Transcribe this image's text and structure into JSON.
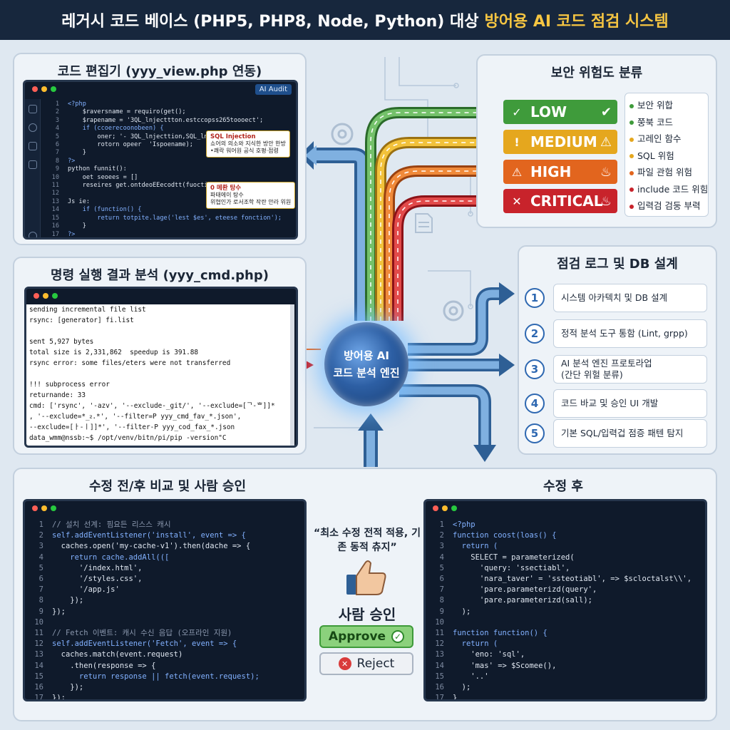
{
  "title": {
    "main": "레거시 코드 베이스 (PHP5, PHP8, Node, Python) 대상",
    "highlight": "방어용 AI 코드 점검 시스템"
  },
  "editor_panel": {
    "title": "코드 편집기 (yyy_view.php 연동)",
    "ai_button": "AI Audit",
    "lines": [
      {
        "n": "1",
        "t": "<?php"
      },
      {
        "n": "2",
        "t": "    $raversname = requiro(get();"
      },
      {
        "n": "3",
        "t": "    $rapename = '3QL_lnjecttton.estccopss265toooect';"
      },
      {
        "n": "4",
        "t": "    if (ccoerecoonobeen) {"
      },
      {
        "n": "5",
        "t": "        oner; '- 3QL_lnjecttion,SQL_lnjection');"
      },
      {
        "n": "6",
        "t": "        rotorn opeer  'Ispoename);"
      },
      {
        "n": "7",
        "t": "    }"
      },
      {
        "n": "8",
        "t": "?>"
      },
      {
        "n": "9",
        "t": "python funnit():"
      },
      {
        "n": "10",
        "t": "    oet seoees = []"
      },
      {
        "n": "11",
        "t": "    reseires get.ontdeoEEecodtt(fuoction();"
      },
      {
        "n": "12",
        "t": ""
      },
      {
        "n": "13",
        "t": "Js ie:"
      },
      {
        "n": "14",
        "t": "    if (function() {"
      },
      {
        "n": "15",
        "t": "        return totpite.lage('lest $es', eteese fonction');"
      },
      {
        "n": "16",
        "t": "    }"
      },
      {
        "n": "17",
        "t": "?>"
      }
    ],
    "popup1": {
      "title": "SQL Injection",
      "l1": "쇼어의 의소와 지식한 방안 한방",
      "l2": "•쾌락 워어원 공식 호평·점령"
    },
    "popup2": {
      "title": "0 메롼 탕수",
      "l1": "파태에이 탕수",
      "l2": "위협인가 로서조학 작란 안라 위원"
    }
  },
  "cmd_panel": {
    "title": "명령 실행 결과 분석 (yyy_cmd.php)",
    "lines": [
      "sending incremental file list",
      "rsync: [generator] fi.list",
      "",
      "sent 5,927 bytes",
      "total size is 2,331,862  speedup is 391.88",
      "rsync error: some files/eters were not transferred",
      "",
      "!!! subprocess error",
      "returnande: 33",
      "cmd: ['rsync', '-azv', '--exclude-_git/', '--exclude=[ᄀ-ᄒ]]*",
      ", '--exclude=*_ᴤ.*', '--filter=P yyy_cmd_fav_*.json',",
      "--exclude=[ㅏ-ㅣ]]*', '--filter-P yyy_cod_fax_*.json",
      "data_wmm@nssb:~$ /opt/venv/bitn/pi/pip -version\"C"
    ]
  },
  "engine": {
    "line1": "방어용 AI",
    "line2": "코드 분석 엔진"
  },
  "risk_panel": {
    "title": "보안 위험도 분류",
    "levels": [
      {
        "label": "LOW",
        "color": "#3f9b3b",
        "icon": "shield-check-icon"
      },
      {
        "label": "MEDIUM",
        "color": "#e5a71e",
        "icon": "warning-icon"
      },
      {
        "label": "HIGH",
        "color": "#e2651e",
        "icon": "flame-icon"
      },
      {
        "label": "CRITICAL",
        "color": "#c8232b",
        "icon": "flame-icon"
      }
    ],
    "items": [
      {
        "label": "보안 위합",
        "color": "#3f9b3b"
      },
      {
        "label": "쭝북 코드",
        "color": "#3f9b3b"
      },
      {
        "label": "고레인 함수",
        "color": "#e5a71e"
      },
      {
        "label": "SQL 위험",
        "color": "#e5a71e"
      },
      {
        "label": "파일 관험 위험",
        "color": "#e2651e"
      },
      {
        "label": "include 코드 위힘",
        "color": "#c8232b"
      },
      {
        "label": "입력검 검둥 부력",
        "color": "#c8232b"
      }
    ]
  },
  "log_panel": {
    "title": "점검 로그 및 DB 설계",
    "steps": [
      {
        "num": "1",
        "l1": "시스템 아카텍치 및 DB 설계",
        "l2": ""
      },
      {
        "num": "2",
        "l1": "정적 분석 도구 통함 (Lint, grpp)",
        "l2": ""
      },
      {
        "num": "3",
        "l1": "AI 분석 엔진 프로토라업",
        "l2": "(간단 위헐 분류)"
      },
      {
        "num": "4",
        "l1": "코드 바교 및 승인 UI 개발",
        "l2": ""
      },
      {
        "num": "5",
        "l1": "기본 SQL/입력겁 점증 패텐 탐지",
        "l2": ""
      }
    ]
  },
  "compare_panel": {
    "title_before": "수정 전/후 비교 및 사람 승인",
    "title_after": "수정 후",
    "before_lines": [
      {
        "n": "1",
        "t": "// 설치 선계: 핌요든 리스스 캐시"
      },
      {
        "n": "2",
        "t": "self.addEventListener('install', event => {"
      },
      {
        "n": "3",
        "t": "  caches.open('my-cache-v1').then(dache => {"
      },
      {
        "n": "4",
        "t": "    return cache.addAll((["
      },
      {
        "n": "5",
        "t": "      '/index.html',"
      },
      {
        "n": "6",
        "t": "      '/styles.css',"
      },
      {
        "n": "7",
        "t": "      '/app.js'"
      },
      {
        "n": "8",
        "t": "    });"
      },
      {
        "n": "9",
        "t": "});"
      },
      {
        "n": "10",
        "t": ""
      },
      {
        "n": "11",
        "t": "// Fetch 이벤트: 캐시 수신 음답 (오프라인 지원)"
      },
      {
        "n": "12",
        "t": "self.addEventListener('Fetch', event => {"
      },
      {
        "n": "13",
        "t": "  caches.match(event.request)"
      },
      {
        "n": "14",
        "t": "    .then(response => {"
      },
      {
        "n": "15",
        "t": "      return response || fetch(event.request);"
      },
      {
        "n": "16",
        "t": "    });"
      },
      {
        "n": "17",
        "t": "});"
      }
    ],
    "after_lines": [
      {
        "n": "1",
        "t": "<?php"
      },
      {
        "n": "2",
        "t": "function coost(loas() {"
      },
      {
        "n": "3",
        "t": "  return ("
      },
      {
        "n": "4",
        "t": "    SELECT = parameterized("
      },
      {
        "n": "5",
        "t": "      'query: 'ssectiabl',"
      },
      {
        "n": "6",
        "t": "      'nara_taver' = 'ssteotiabl', => $scloctalst\\\\',"
      },
      {
        "n": "7",
        "t": "      'pare.parameterizd(query',"
      },
      {
        "n": "8",
        "t": "      'pare.parameterizd(sall);"
      },
      {
        "n": "9",
        "t": "  );"
      },
      {
        "n": "10",
        "t": ""
      },
      {
        "n": "11",
        "t": "function function() {"
      },
      {
        "n": "12",
        "t": "  return ("
      },
      {
        "n": "13",
        "t": "    'eno: 'sql',"
      },
      {
        "n": "14",
        "t": "    'mas' => $Scomee(),"
      },
      {
        "n": "15",
        "t": "    '..'"
      },
      {
        "n": "16",
        "t": "  );"
      },
      {
        "n": "17",
        "t": "}"
      }
    ],
    "quote": "“최소 수정 전적 적용, 기존 동적 츄지”",
    "human_approval": "사람 승인",
    "approve": "Approve",
    "reject": "Reject"
  }
}
